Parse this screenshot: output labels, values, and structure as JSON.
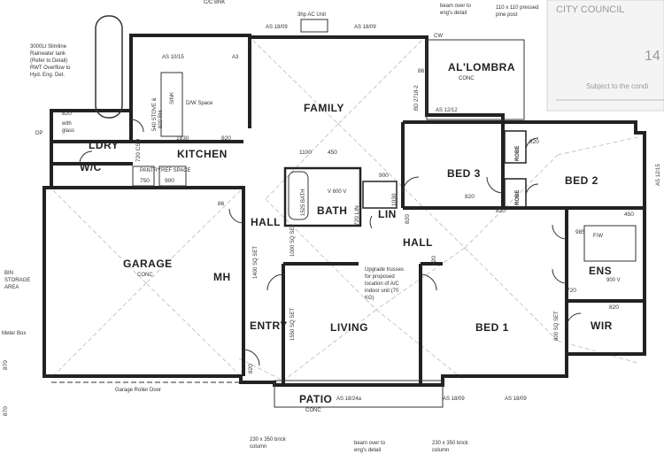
{
  "stamp": {
    "council": "CITY COUNCIL",
    "subject": "Subject to the condi",
    "corner_char": "14"
  },
  "rooms": {
    "family": "FAMILY",
    "alfresco": "AL'LOMBRA",
    "alfresco_sub": "CONC",
    "kitchen": "KITCHEN",
    "laundry": "LDRY",
    "wc": "W/C",
    "bed3": "BED 3",
    "bed2": "BED 2",
    "robe_a": "ROBE",
    "robe_b": "ROBE",
    "bath": "BATH",
    "lin": "LIN",
    "hall_left": "HALL",
    "hall_right": "HALL",
    "garage": "GARAGE",
    "garage_sub": "CONC",
    "mh": "MH",
    "entry": "ENTRY",
    "living": "LIVING",
    "bed1": "BED 1",
    "ens": "ENS",
    "wir": "WIR",
    "patio": "PATIO",
    "patio_sub": "CONC"
  },
  "notes": {
    "tank_1": "3000Lt Slimline",
    "tank_2": "Rainwater tank",
    "tank_3": "(Refer to Detail)",
    "tank_4": "RWT Overflow to",
    "tank_5": "Hyd. Eng. Det.",
    "ac_unit": "3hp AC Unit",
    "beam_top_1": "beam over to",
    "beam_top_2": "eng's detail",
    "pine_post_1": "110 x 110 pressed",
    "pine_post_2": "pine post",
    "pantry": "PANTRY",
    "ref_space": "REF SPACE",
    "pantry_dim": "750",
    "ref_dim": "900",
    "stove": "540 STOVE &",
    "rh": "600 RH",
    "dw": "D/W Space",
    "sink": "SINK",
    "with_glass_1": "with",
    "with_glass_2": "glass",
    "upgrade_1": "Upgrade trusses",
    "upgrade_2": "for proposed",
    "upgrade_3": "location of A/C",
    "upgrade_4": "indoor unit (70",
    "upgrade_5": "KG)",
    "bin_1": "BIN",
    "bin_2": "STORAGE",
    "bin_3": "AREA",
    "meter_box": "Meter Box",
    "garage_door": "Garage Roller Door",
    "brick_col_l1": "230 x 350 brick",
    "brick_col_l2": "column",
    "beam_bot_1": "beam over to",
    "beam_bot_2": "eng's detail",
    "brick_col_r1": "230 x 350 brick",
    "brick_col_r2": "column",
    "bath_1525": "1525 BATH",
    "ens_900v": "900 V",
    "bath_600v": "V 600 V",
    "sq_set_1400": "1400 SQ SET",
    "sq_set_1000": "1000 SQ SET",
    "sq_set_1550": "1550 SQ SET",
    "sq_set_800": "800 SQ SET",
    "dp": "DP",
    "fw": "F/W",
    "a3": "A3",
    "bd_a": "BD 2718-2",
    "as_top": "AS 12/12",
    "as_top_l": "AS 18/09",
    "as_top_r": "AS 18/09",
    "as_kitchen": "AS 10/15",
    "as_patio": "AS 18/24a",
    "as_bed1": "AS 18/09",
    "as_bed1r": "AS 18/09",
    "as_side": "AS 12/15",
    "cw": "CW",
    "cc_bnk": "C/C BNK"
  },
  "dims": {
    "d820_ldry": "820",
    "d720_ldry": "720 CSD",
    "d1830": "1830",
    "d820_kit": "820",
    "d86_al": "86",
    "d86_hall": "86",
    "d1100": "1100",
    "d450": "450",
    "d900": "900",
    "d1030": "1030",
    "d720_lin": "720 LIN",
    "d820_bed3": "820",
    "d820_bed2": "820",
    "d820_robe": "820",
    "d450_b2": "450",
    "d985": "985",
    "d720_ens": "720",
    "d820_wir": "820",
    "d820_bed1": "820",
    "d820_hall": "820",
    "d820_entry": "820",
    "d870": "870",
    "d870b": "870"
  }
}
